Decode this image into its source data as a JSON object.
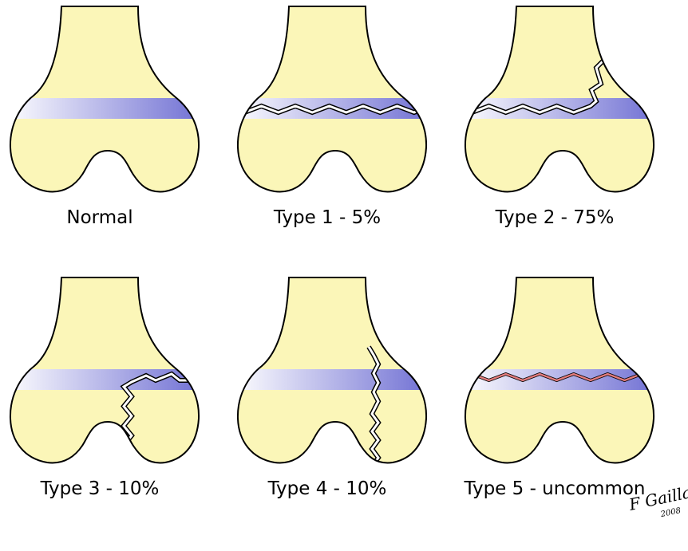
{
  "colors": {
    "bone": "#fbf6b8",
    "outline": "#000000",
    "physis": "#6f6fd3",
    "physis_light": "#ffffff",
    "fracture": "#ffffff",
    "compression": "#e37c7c",
    "background": "#ffffff"
  },
  "panels": [
    {
      "caption": "Normal",
      "fracture": "none"
    },
    {
      "caption": "Type 1 - 5%",
      "fracture": "through-physis"
    },
    {
      "caption": "Type 2 - 75%",
      "fracture": "physis-and-metaphysis"
    },
    {
      "caption": "Type 3 - 10%",
      "fracture": "physis-and-epiphysis"
    },
    {
      "caption": "Type 4 - 10%",
      "fracture": "metaphysis-physis-epiphysis"
    },
    {
      "caption": "Type 5 - uncommon",
      "fracture": "compression"
    }
  ],
  "signature": {
    "name": "F Gaillard",
    "year": "2008"
  }
}
